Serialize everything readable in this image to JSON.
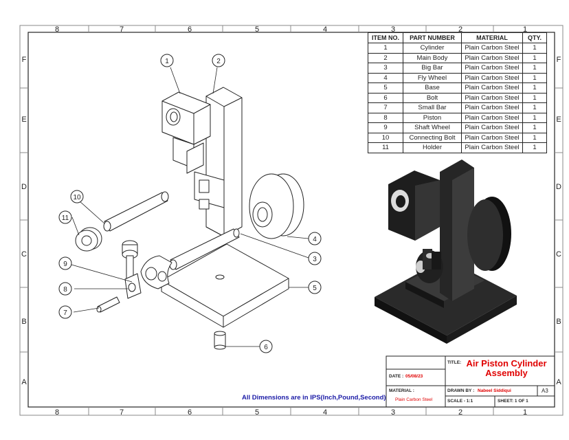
{
  "frame": {
    "columns": [
      "8",
      "7",
      "6",
      "5",
      "4",
      "3",
      "2",
      "1"
    ],
    "rows": [
      "F",
      "E",
      "D",
      "C",
      "B",
      "A"
    ]
  },
  "bom": {
    "headers": [
      "ITEM NO.",
      "PART NUMBER",
      "MATERIAL",
      "QTY."
    ],
    "rows": [
      [
        "1",
        "Cylinder",
        "Plain Carbon Steel",
        "1"
      ],
      [
        "2",
        "Main Body",
        "Plain Carbon Steel",
        "1"
      ],
      [
        "3",
        "Big Bar",
        "Plain Carbon Steel",
        "1"
      ],
      [
        "4",
        "Fly Wheel",
        "Plain Carbon Steel",
        "1"
      ],
      [
        "5",
        "Base",
        "Plain Carbon Steel",
        "1"
      ],
      [
        "6",
        "Bolt",
        "Plain Carbon Steel",
        "1"
      ],
      [
        "7",
        "Small Bar",
        "Plain Carbon Steel",
        "1"
      ],
      [
        "8",
        "Piston",
        "Plain Carbon Steel",
        "1"
      ],
      [
        "9",
        "Shaft Wheel",
        "Plain Carbon Steel",
        "1"
      ],
      [
        "10",
        "Connecting Bolt",
        "Plain Carbon Steel",
        "1"
      ],
      [
        "11",
        "Holder",
        "Plain Carbon Steel",
        "1"
      ]
    ]
  },
  "balloons": [
    "1",
    "2",
    "3",
    "4",
    "5",
    "6",
    "7",
    "8",
    "9",
    "10",
    "11"
  ],
  "title_block": {
    "title_label": "TITLE:",
    "title_line1": "Air Piston Cylinder",
    "title_line2": "Assembly",
    "date_label": "DATE :",
    "date_value": "05/08/23",
    "material_label": "MATERIAL :",
    "material_value": "Plain Carbon Steel",
    "drawn_by_label": "DRAWN BY :",
    "drawn_by_value": "Nabeel Siddiqui",
    "size": "A3",
    "scale": "SCALE - 1:1",
    "sheet": "SHEET: 1 OF 1"
  },
  "dimension_note": "All Dimensions are in IPS(Inch,Pound,Second)",
  "colors": {
    "line": "#222222",
    "title_red": "#e00000",
    "note_blue": "#1a1aa6"
  }
}
